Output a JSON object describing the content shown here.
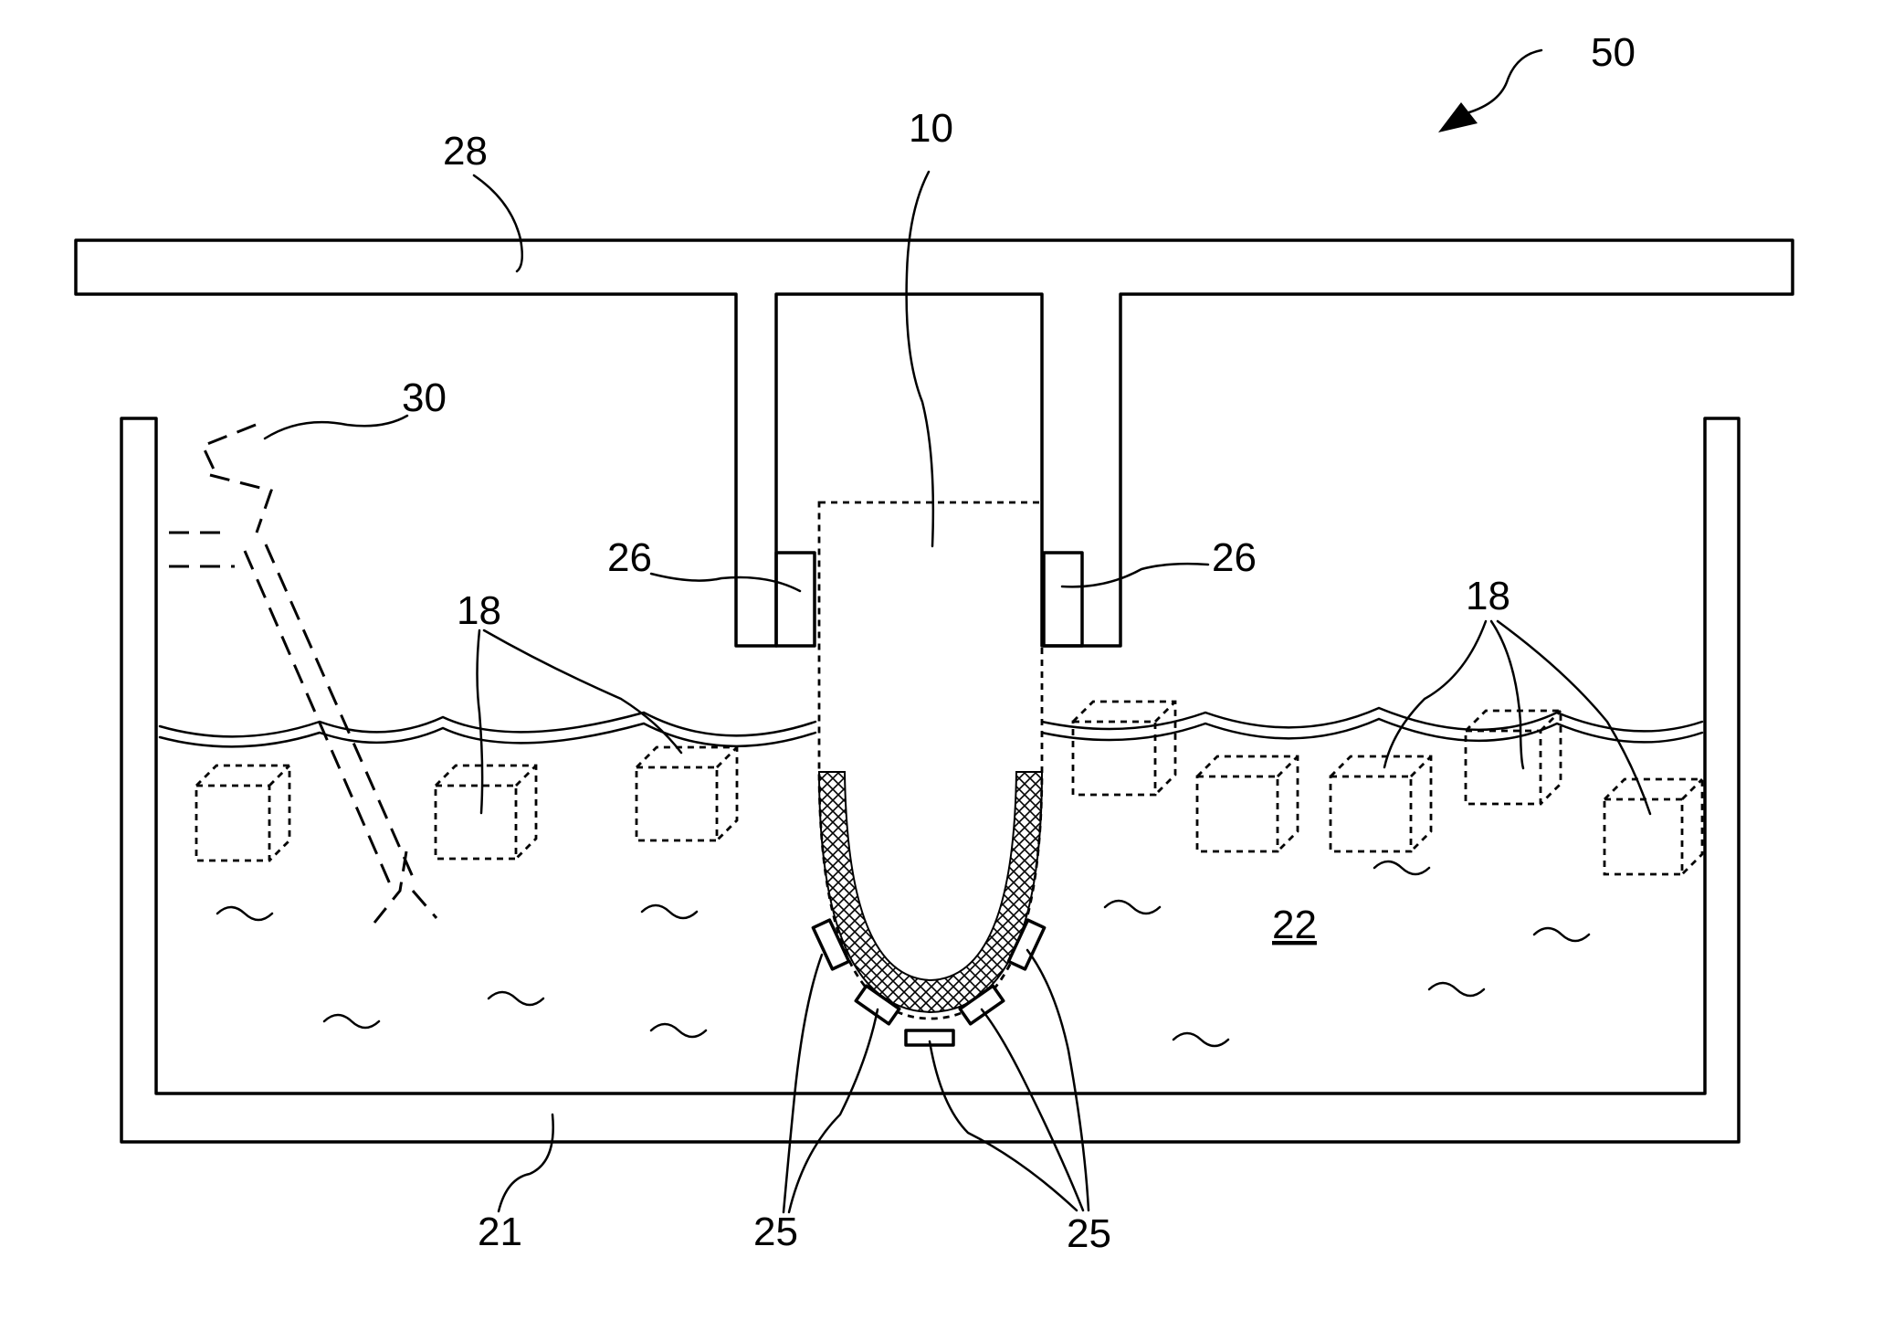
{
  "figure": {
    "reference_numerals": {
      "apparatus": "50",
      "article": "10",
      "platform": "28",
      "probe": "30",
      "holders_left": "26",
      "holders_right": "26",
      "particles_left": "18",
      "particles_right": "18",
      "liquid": "22",
      "tank": "21",
      "sensors_left": "25",
      "sensors_right": "25"
    }
  }
}
